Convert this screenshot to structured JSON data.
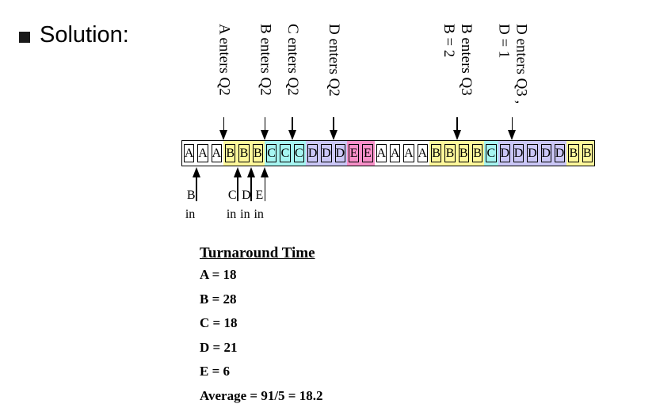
{
  "heading": {
    "bullet_icon": "square-bullet-icon",
    "text": "Solution:"
  },
  "top_annotations": [
    {
      "lines": [
        "A enters Q2"
      ],
      "at_slot": 3
    },
    {
      "lines": [
        "B enters Q2"
      ],
      "at_slot": 6
    },
    {
      "lines": [
        "C enters Q2"
      ],
      "at_slot": 8
    },
    {
      "lines": [
        "D enters Q2"
      ],
      "at_slot": 11
    },
    {
      "lines": [
        "B enters Q3",
        "B = 2"
      ],
      "at_slot": 20
    },
    {
      "lines": [
        "D enters Q3 ,",
        "D = 1"
      ],
      "at_slot": 24
    }
  ],
  "timeline": [
    "A",
    "A",
    "A",
    "B",
    "B",
    "B",
    "C",
    "C",
    "C",
    "D",
    "D",
    "D",
    "E",
    "E",
    "A",
    "A",
    "A",
    "A",
    "B",
    "B",
    "B",
    "B",
    "C",
    "D",
    "D",
    "D",
    "D",
    "D",
    "B",
    "B"
  ],
  "colors": {
    "A": "#ffffff",
    "B": "#fef89b",
    "C": "#a6f5f1",
    "D": "#cbc7f7",
    "E": "#f78fc8"
  },
  "arrivals": [
    {
      "process": "B",
      "label": "in",
      "at_slot": 1
    },
    {
      "process": "C",
      "label": "in",
      "at_slot": 4
    },
    {
      "process": "D",
      "label": "in",
      "at_slot": 5
    },
    {
      "process": "E",
      "label": "in",
      "at_slot": 6
    }
  ],
  "turnaround": {
    "title": "Turnaround Time",
    "rows": [
      "A = 18",
      "B = 28",
      "C = 18",
      "D = 21",
      "E = 6",
      "Average = 91/5 = 18.2"
    ]
  }
}
